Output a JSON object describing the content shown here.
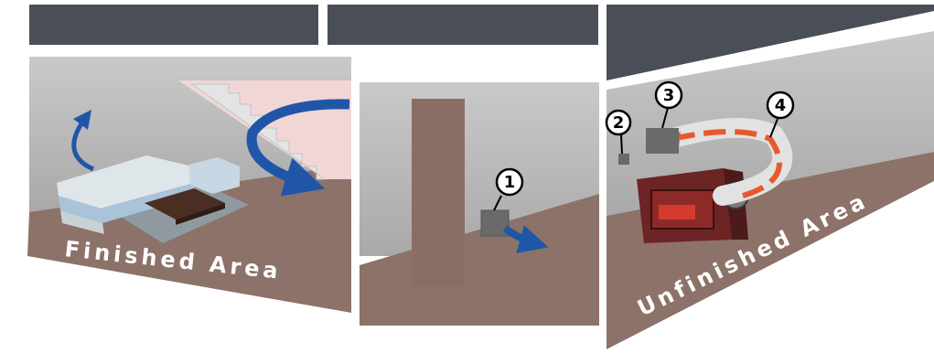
{
  "labels": {
    "finished_area": "Finished Area",
    "unfinished_area": "Unfinished Area"
  },
  "markers": {
    "m1": "1",
    "m2": "2",
    "m3": "3",
    "m4": "4"
  },
  "colors": {
    "ceiling": "#4a4f57",
    "wall": "#b8b8b8",
    "floor": "#8c7268",
    "blue_arrow": "#1f56a8",
    "orange_arrow": "#e8582a",
    "vent": "#6a6a6a"
  }
}
